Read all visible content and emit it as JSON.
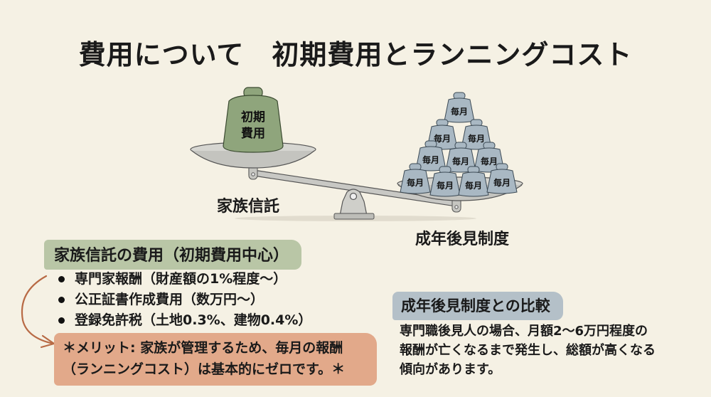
{
  "title": "費用について　初期費用とランニングコスト",
  "scale": {
    "left_weight_label_line1": "初期",
    "left_weight_label_line2": "費用",
    "left_label": "家族信託",
    "right_weight_label": "毎月",
    "right_weight_count": 10,
    "right_label": "成年後見制度"
  },
  "family_trust": {
    "heading": "家族信託の費用（初期費用中心）",
    "items": [
      "専門家報酬（財産額の1%程度～）",
      "公正証書作成費用（数万円～）",
      "登録免許税（土地0.3%、建物0.4%）"
    ],
    "merit_line1": "＊メリット: 家族が管理するため、毎月の報酬",
    "merit_line2": "（ランニングコスト）は基本的にゼロです。＊"
  },
  "comparison": {
    "heading": "成年後見制度との比較",
    "line1": "専門職後見人の場合、月額2～6万円程度の",
    "line2": "報酬が亡くなるまで発生し、総額が高くなる",
    "line3": "傾向があります。"
  },
  "colors": {
    "background": "#f5f1e4",
    "green_weight": "#8fa57c",
    "blue_weight": "#a9b8c3",
    "green_highlight": "#b9c6a6",
    "orange_highlight": "#e2a98a",
    "blue_highlight": "#b4c0c8",
    "arrow": "#b86a45"
  }
}
